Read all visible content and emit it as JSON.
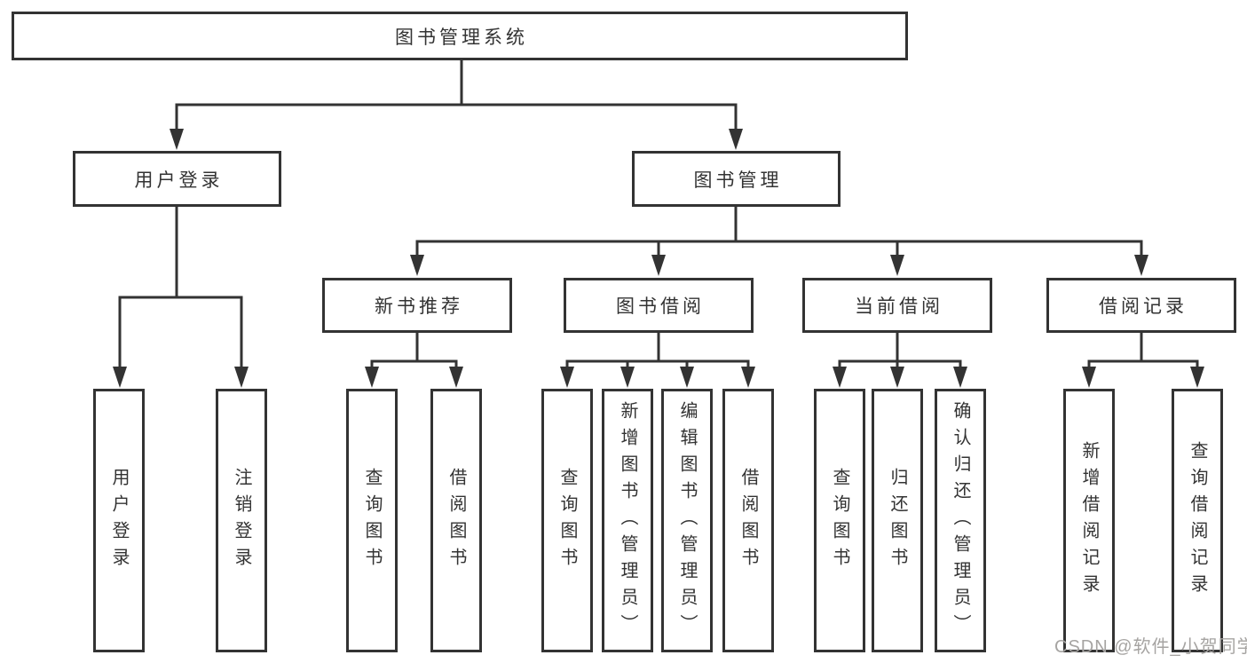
{
  "diagram": {
    "root": {
      "label": "图书管理系统"
    },
    "level2": [
      {
        "id": "user-login",
        "label": "用户登录"
      },
      {
        "id": "book-management",
        "label": "图书管理"
      }
    ],
    "level3": [
      {
        "id": "new-book-recommendation",
        "parent": "图书管理",
        "label": "新书推荐"
      },
      {
        "id": "book-borrowing",
        "parent": "图书管理",
        "label": "图书借阅"
      },
      {
        "id": "current-borrowing",
        "parent": "图书管理",
        "label": "当前借阅"
      },
      {
        "id": "borrowing-records",
        "parent": "图书管理",
        "label": "借阅记录"
      }
    ],
    "level4": [
      {
        "parent": "用户登录",
        "label": "用户登录"
      },
      {
        "parent": "用户登录",
        "label": "注销登录"
      },
      {
        "parent": "新书推荐",
        "label": "查询图书"
      },
      {
        "parent": "新书推荐",
        "label": "借阅图书"
      },
      {
        "parent": "图书借阅",
        "label": "查询图书"
      },
      {
        "parent": "图书借阅",
        "label": "新增图书（管理员）"
      },
      {
        "parent": "图书借阅",
        "label": "编辑图书（管理员）"
      },
      {
        "parent": "图书借阅",
        "label": "借阅图书"
      },
      {
        "parent": "当前借阅",
        "label": "查询图书"
      },
      {
        "parent": "当前借阅",
        "label": "归还图书"
      },
      {
        "parent": "当前借阅",
        "label": "确认归还（管理员）"
      },
      {
        "parent": "借阅记录",
        "label": "新增借阅记录"
      },
      {
        "parent": "借阅记录",
        "label": "查询借阅记录"
      }
    ]
  },
  "watermark": {
    "text": "CSDN @软件_小贺同学"
  },
  "colors": {
    "line": "#333333",
    "text": "#333333",
    "background": "#ffffff",
    "watermark": "#a6a4a2"
  }
}
